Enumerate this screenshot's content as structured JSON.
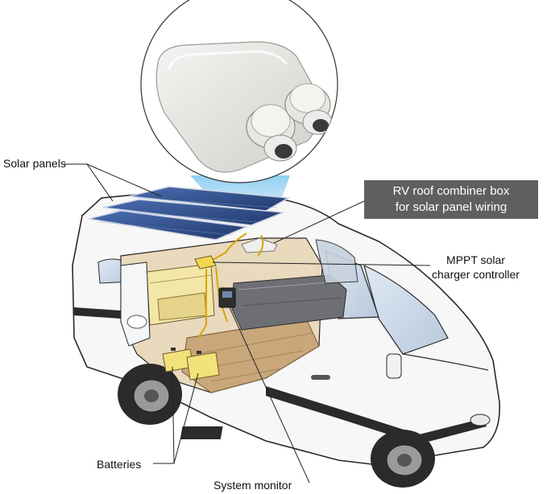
{
  "labels": {
    "solar_panels": "Solar panels",
    "combiner_line1": "RV roof combiner box",
    "combiner_line2": "for solar panel wiring",
    "mppt_line1": "MPPT solar",
    "mppt_line2": "charger controller",
    "batteries": "Batteries",
    "system_monitor": "System monitor"
  },
  "colors": {
    "callout_box": "#5f5f5f",
    "callout_text": "#ffffff",
    "leader_line": "#222222",
    "van_body": "#f7f7f7",
    "van_stripe": "#2b2b2b",
    "solar_panel": "#2f4f8a",
    "battery": "#f3e27a",
    "interior_wood": "#c9a77a",
    "spotlight": "#9fd3f0",
    "wiring": "#d9a400"
  },
  "icons": [
    "combiner-box-icon",
    "solar-panel-icon",
    "battery-icon",
    "mppt-controller-icon",
    "system-monitor-icon",
    "camper-van-icon"
  ]
}
